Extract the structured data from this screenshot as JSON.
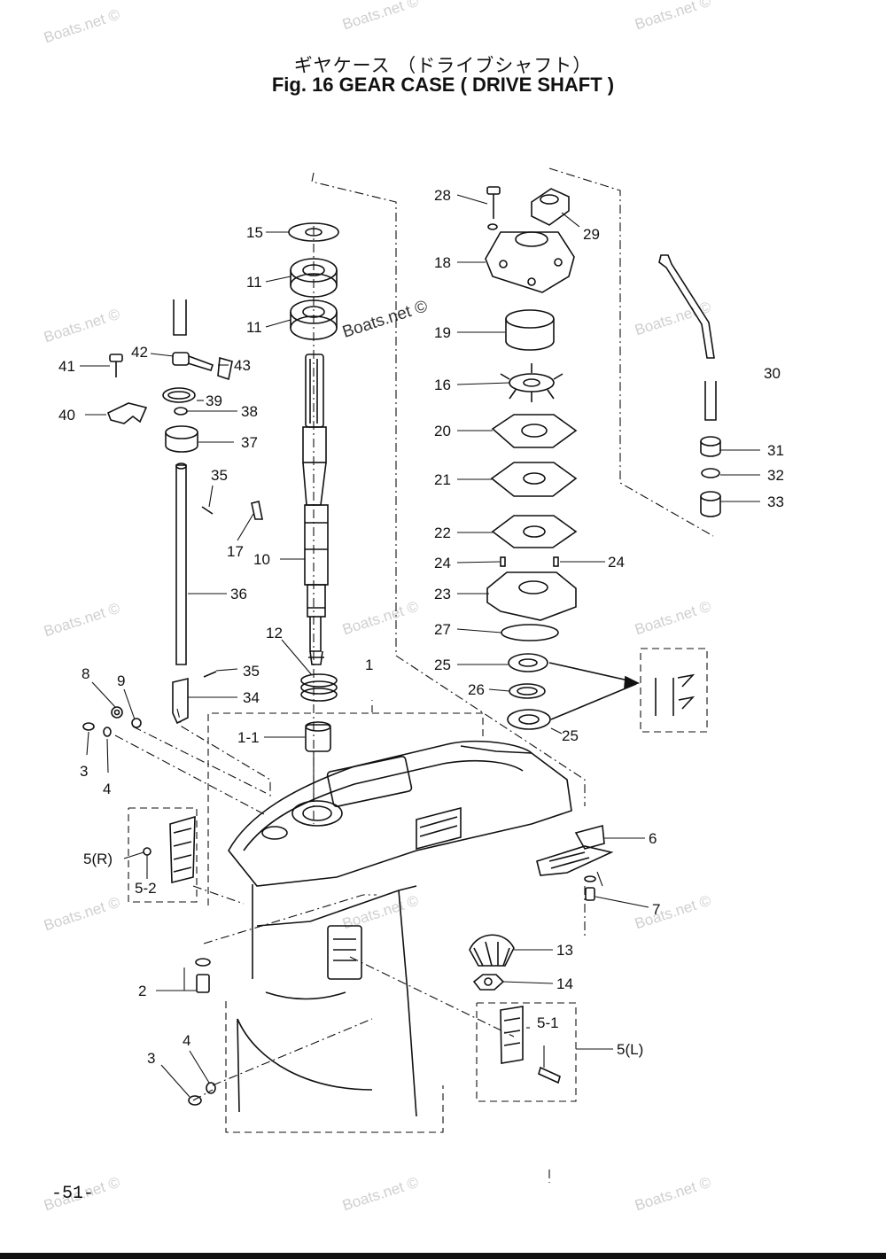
{
  "title_jp": "ギヤケース （ドライブシャフト）",
  "title_en": "Fig. 16   GEAR CASE ( DRIVE SHAFT )",
  "page_number": "-51-",
  "watermark": "Boats.net ©",
  "part_labels": {
    "p1": "1",
    "p1_1": "1-1",
    "p2": "2",
    "p3a": "3",
    "p3b": "3",
    "p4a": "4",
    "p4b": "4",
    "p5r": "5(R)",
    "p5_2": "5-2",
    "p5l": "5(L)",
    "p5_1": "5-1",
    "p6": "6",
    "p7": "7",
    "p8": "8",
    "p9": "9",
    "p10": "10",
    "p11a": "11",
    "p11b": "11",
    "p12": "12",
    "p13": "13",
    "p14": "14",
    "p15": "15",
    "p16": "16",
    "p17": "17",
    "p18": "18",
    "p19": "19",
    "p20": "20",
    "p21": "21",
    "p22": "22",
    "p23": "23",
    "p24a": "24",
    "p24b": "24",
    "p25a": "25",
    "p25b": "25",
    "p26": "26",
    "p27": "27",
    "p28": "28",
    "p29": "29",
    "p30": "30",
    "p31": "31",
    "p32": "32",
    "p33": "33",
    "p34": "34",
    "p35a": "35",
    "p35b": "35",
    "p36": "36",
    "p37": "37",
    "p38": "38",
    "p39": "39",
    "p40": "40",
    "p41": "41",
    "p42": "42",
    "p43": "43"
  }
}
